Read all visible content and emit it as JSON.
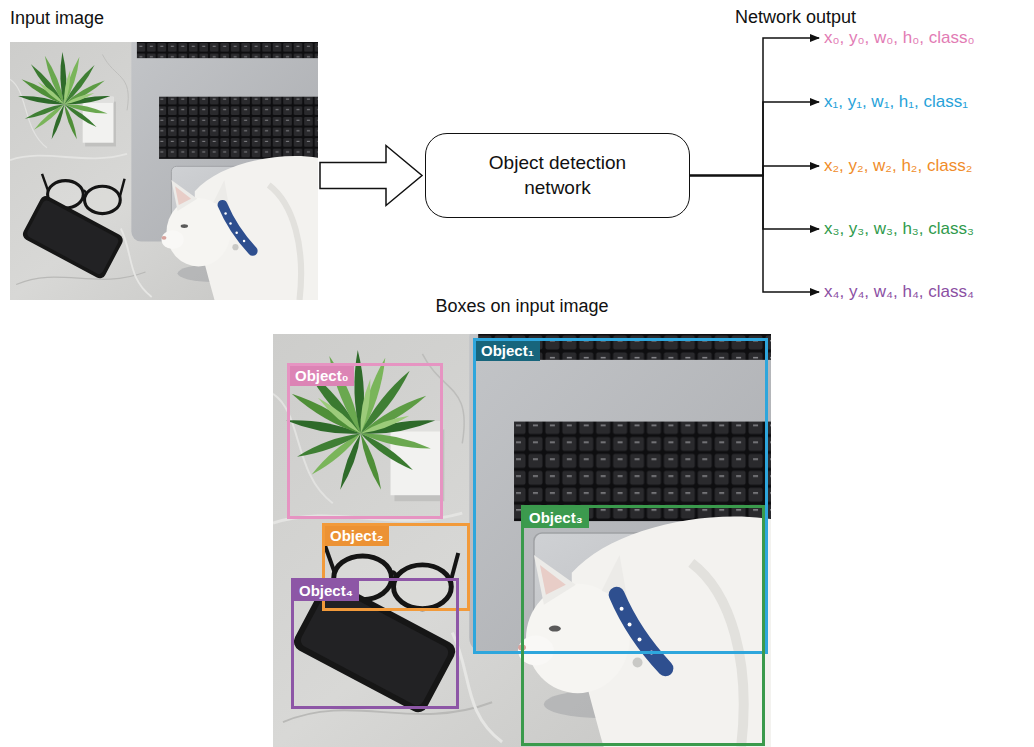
{
  "diagram": {
    "nodes": [
      {
        "text": [
          "Input image"
        ]
      },
      {
        "text": [
          "Object detection network"
        ]
      },
      {
        "text": [
          "x₀, y₀, w₀, h₀, class₀"
        ]
      },
      {
        "text": [
          "x₁, y₁, w₁, h₁, class₁"
        ]
      },
      {
        "text": [
          "x₂, y₂, w₂, h₂, class₂"
        ]
      },
      {
        "text": [
          "x₃, y₃, w₃, h₃, class₃"
        ]
      },
      {
        "text": [
          "x₄, y₄, w₄, h₄, class₄"
        ]
      },
      {
        "text": [
          "Boxes on input image"
        ]
      },
      {
        "text": [
          "Object₀"
        ],
        "in": 7
      },
      {
        "text": [
          "Object₁"
        ],
        "in": 7
      },
      {
        "text": [
          "Object₂"
        ],
        "in": 7
      },
      {
        "text": [
          "Object₃"
        ],
        "in": 7
      },
      {
        "text": [
          "Object₄"
        ],
        "in": 7
      }
    ],
    "edges": [
      {
        "from": 0,
        "to": 1,
        "arrow": "to"
      },
      {
        "from": 1,
        "to": 2,
        "arrow": "to"
      },
      {
        "from": 1,
        "to": 3,
        "arrow": "to"
      },
      {
        "from": 1,
        "to": 4,
        "arrow": "to"
      },
      {
        "from": 1,
        "to": 5,
        "arrow": "to"
      },
      {
        "from": 1,
        "to": 6,
        "arrow": "to"
      }
    ],
    "labels": [
      "Network output"
    ]
  }
}
